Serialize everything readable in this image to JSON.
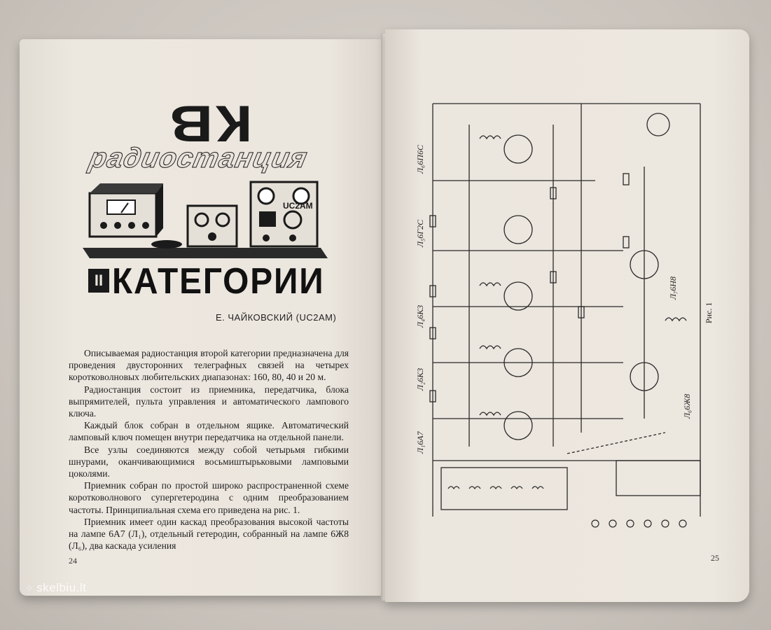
{
  "left_page": {
    "title_kv": "КВ",
    "title_radiostation": "радиостанция",
    "title_roman": "II",
    "title_category": "КАТЕГОРИИ",
    "illustration_callsign": "UC2AM",
    "author": "Е. ЧАЙКОВСКИЙ (UC2AM)",
    "paragraphs": [
      "Описываемая радиостанция второй категории предназначена для проведения двусторонних телеграфных связей на четырех коротковолновых любительских диапазонах: 160, 80, 40 и 20 м.",
      "Радиостанция состоит из приемника, передатчика, блока выпрямителей, пульта управления и автоматического лампового ключа.",
      "Каждый блок собран в отдельном ящике. Автоматический ламповый ключ помещен внутри передатчика на отдельной панели.",
      "Все узлы соединяются между собой четырьмя гибкими шнурами, оканчивающимися восьмиштырьковыми ламповыми цоколями.",
      "Приемник собран по простой широко распространенной схеме коротковолнового супергетеродина с одним преобразованием частоты. Принципиальная схема его приведена на рис. 1.",
      "Приемник имеет один каскад преобразования высокой частоты на лампе 6А7 (Л₁), отдельный гетеродин, собранный на лампе 6Ж8 (Л₆), два каскада усиления"
    ],
    "page_number": "24"
  },
  "right_page": {
    "figure_label": "Рис. 1",
    "page_number": "25",
    "tube_labels": [
      "Л₆6П6С",
      "Л₅6Г2С",
      "Л₄6К3",
      "Л₂6К3",
      "Л₁6А7",
      "Л₇6Н8",
      "Л₆6Ж8"
    ]
  },
  "watermark": "skelbiu.lt"
}
